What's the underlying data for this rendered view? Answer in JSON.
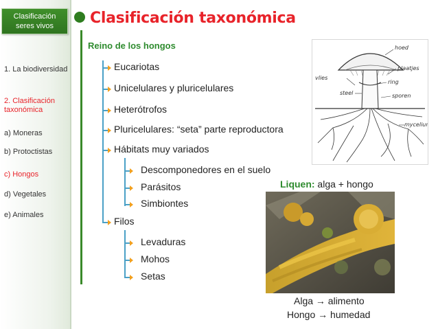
{
  "sidebar": {
    "badge": "Clasificación\nseres vivos",
    "items": [
      {
        "label": "1. La biodiversidad",
        "active": false
      },
      {
        "label": "2. Clasificación taxonómica",
        "active": true
      },
      {
        "label": "a) Moneras",
        "active": false
      },
      {
        "label": "b) Protoctistas",
        "active": false
      },
      {
        "label": "c) Hongos",
        "active": true
      },
      {
        "label": "d) Vegetales",
        "active": false
      },
      {
        "label": "e) Animales",
        "active": false
      }
    ]
  },
  "header": {
    "title": "Clasificación taxonómica"
  },
  "main": {
    "subtitle": "Reino de los hongos",
    "items": [
      "Eucariotas",
      "Unicelulares y pluricelulares",
      "Heterótrofos",
      "Pluricelulares: “seta” parte reproductora",
      "Hábitats muy variados"
    ],
    "habitats": [
      "Descomponedores en el suelo",
      "Parásitos",
      "Simbiontes"
    ],
    "filos_label": "Filos",
    "filos": [
      "Levaduras",
      "Mohos",
      "Setas"
    ]
  },
  "figure": {
    "labels": [
      "hoed",
      "plaatjes",
      "ring",
      "vlies",
      "steel",
      "sporen",
      "mycelium"
    ]
  },
  "lichen": {
    "caption_bold": "Liquen:",
    "caption_rest": " alga + hongo",
    "line1": "Alga → alimento",
    "line2": "Hongo → humedad"
  },
  "colors": {
    "accent_red": "#e8232a",
    "accent_green": "#2e8b2e",
    "arrow_orange": "#f2a01e"
  }
}
